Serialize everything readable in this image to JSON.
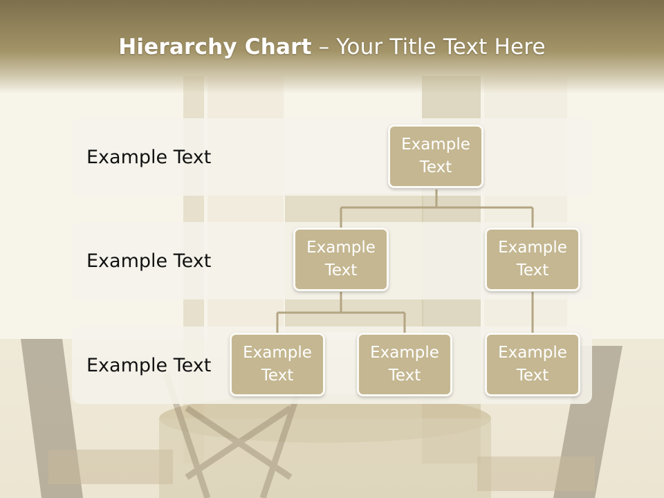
{
  "slide": {
    "title_bold": "Hierarchy Chart",
    "title_rest": " – Your Title Text Here"
  },
  "levels": [
    {
      "label": "Example Text"
    },
    {
      "label": "Example Text"
    },
    {
      "label": "Example Text"
    }
  ],
  "nodes": {
    "root": "Example\nText",
    "l2_left": "Example\nText",
    "l2_right": "Example\nText",
    "l3_a": "Example\nText",
    "l3_b": "Example\nText",
    "l3_c": "Example\nText"
  },
  "colors": {
    "header": "#8f8159",
    "node_fill": "#c4b791",
    "node_border": "#fbfaf5",
    "connector": "#b3a583",
    "band": "#f5f2ea"
  }
}
